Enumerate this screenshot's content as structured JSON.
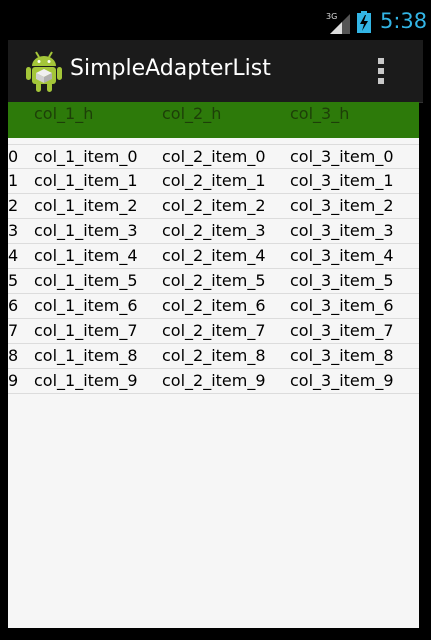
{
  "status_bar": {
    "network_label": "3G",
    "time": "5:38"
  },
  "action_bar": {
    "title": "SimpleAdapterList",
    "app_icon": "android-icon",
    "overflow_icon": "overflow-menu-icon"
  },
  "table": {
    "headers": [
      "col_1_h",
      "col_2_h",
      "col_3_h"
    ],
    "rows": [
      {
        "index": "0",
        "col1": "col_1_item_0",
        "col2": "col_2_item_0",
        "col3": "col_3_item_0"
      },
      {
        "index": "1",
        "col1": "col_1_item_1",
        "col2": "col_2_item_1",
        "col3": "col_3_item_1"
      },
      {
        "index": "2",
        "col1": "col_1_item_2",
        "col2": "col_2_item_2",
        "col3": "col_3_item_2"
      },
      {
        "index": "3",
        "col1": "col_1_item_3",
        "col2": "col_2_item_3",
        "col3": "col_3_item_3"
      },
      {
        "index": "4",
        "col1": "col_1_item_4",
        "col2": "col_2_item_4",
        "col3": "col_3_item_4"
      },
      {
        "index": "5",
        "col1": "col_1_item_5",
        "col2": "col_2_item_5",
        "col3": "col_3_item_5"
      },
      {
        "index": "6",
        "col1": "col_1_item_6",
        "col2": "col_2_item_6",
        "col3": "col_3_item_6"
      },
      {
        "index": "7",
        "col1": "col_1_item_7",
        "col2": "col_2_item_7",
        "col3": "col_3_item_7"
      },
      {
        "index": "8",
        "col1": "col_1_item_8",
        "col2": "col_2_item_8",
        "col3": "col_3_item_8"
      },
      {
        "index": "9",
        "col1": "col_1_item_9",
        "col2": "col_2_item_9",
        "col3": "col_3_item_9"
      }
    ]
  },
  "colors": {
    "header_green": "#2d7a0a",
    "clock_blue": "#33b5e5"
  }
}
